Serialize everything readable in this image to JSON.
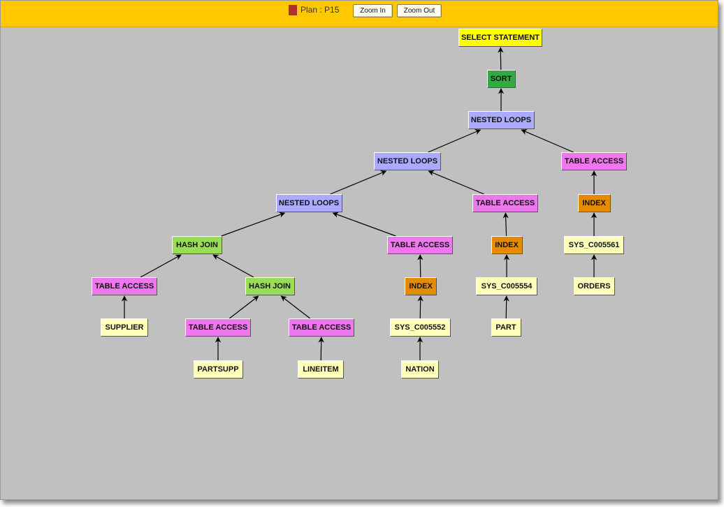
{
  "toolbar": {
    "plan_label": "Plan : P15",
    "zoom_in": "Zoom In",
    "zoom_out": "Zoom Out",
    "plan_color": "#b03030"
  },
  "colors": {
    "select": "#ffff00",
    "sort": "#33aa44",
    "nested_loops": "#aaaaff",
    "table_access": "#ee77ee",
    "hash_join": "#99dd55",
    "index": "#e68a00",
    "object": "#ffffbb"
  },
  "nodes": [
    {
      "label": "SELECT STATEMENT",
      "type": "select",
      "parent": null
    },
    {
      "label": "SORT",
      "type": "sort",
      "parent": 0
    },
    {
      "label": "NESTED LOOPS",
      "type": "nested_loops",
      "parent": 1
    },
    {
      "label": "NESTED LOOPS",
      "type": "nested_loops",
      "parent": 2
    },
    {
      "label": "TABLE ACCESS",
      "type": "table_access",
      "parent": 2
    },
    {
      "label": "NESTED LOOPS",
      "type": "nested_loops",
      "parent": 3
    },
    {
      "label": "TABLE ACCESS",
      "type": "table_access",
      "parent": 3
    },
    {
      "label": "INDEX",
      "type": "index",
      "parent": 4
    },
    {
      "label": "HASH JOIN",
      "type": "hash_join",
      "parent": 5
    },
    {
      "label": "TABLE ACCESS",
      "type": "table_access",
      "parent": 5
    },
    {
      "label": "INDEX",
      "type": "index",
      "parent": 6
    },
    {
      "label": "SYS_C005561",
      "type": "object",
      "parent": 7
    },
    {
      "label": "TABLE ACCESS",
      "type": "table_access",
      "parent": 8
    },
    {
      "label": "HASH JOIN",
      "type": "hash_join",
      "parent": 8
    },
    {
      "label": "INDEX",
      "type": "index",
      "parent": 9
    },
    {
      "label": "SYS_C005554",
      "type": "object",
      "parent": 10
    },
    {
      "label": "ORDERS",
      "type": "object",
      "parent": 11
    },
    {
      "label": "SUPPLIER",
      "type": "object",
      "parent": 12
    },
    {
      "label": "TABLE ACCESS",
      "type": "table_access",
      "parent": 13
    },
    {
      "label": "TABLE ACCESS",
      "type": "table_access",
      "parent": 13
    },
    {
      "label": "SYS_C005552",
      "type": "object",
      "parent": 14
    },
    {
      "label": "PART",
      "type": "object",
      "parent": 15
    },
    {
      "label": "PARTSUPP",
      "type": "object",
      "parent": 18
    },
    {
      "label": "LINEITEM",
      "type": "object",
      "parent": 19
    },
    {
      "label": "NATION",
      "type": "object",
      "parent": 20
    }
  ]
}
